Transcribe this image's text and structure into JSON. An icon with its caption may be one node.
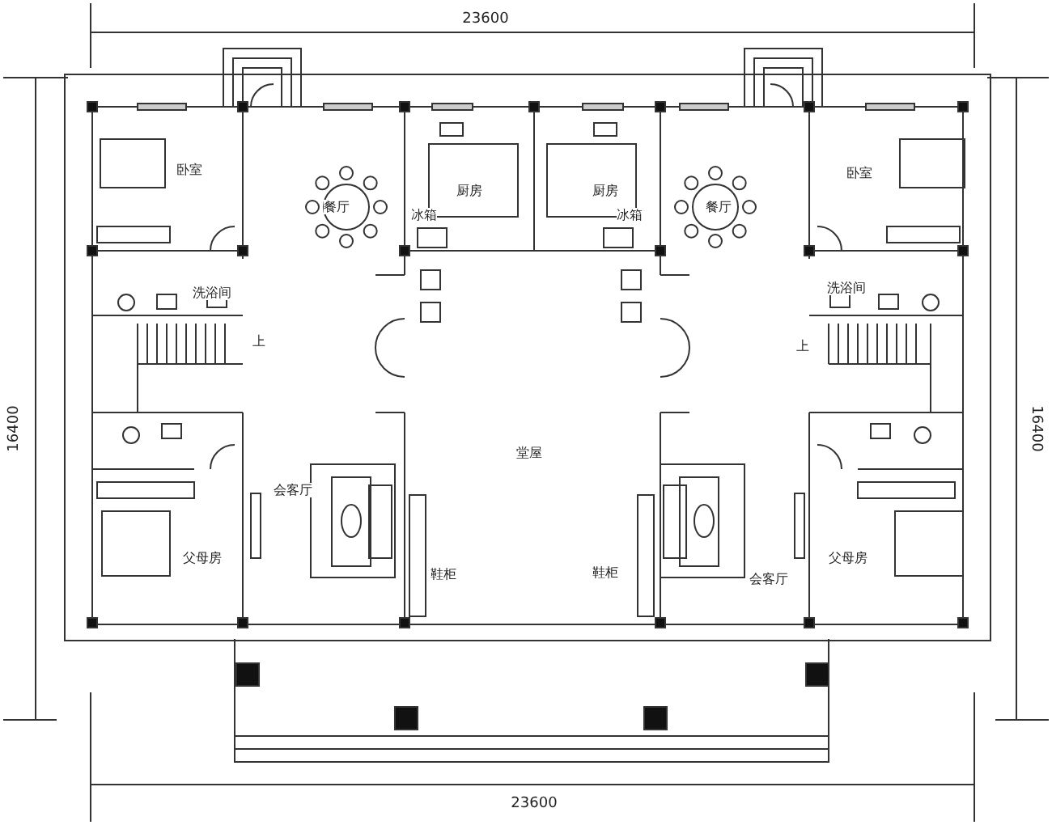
{
  "diagram": {
    "labels": [
      "23600",
      "卧室",
      "餐厅",
      "厨房",
      "冰箱",
      "厨房",
      "冰箱",
      "餐厅",
      "卧室",
      "洗浴间",
      "洗浴间",
      "上",
      "上",
      "堂屋",
      "会客厅",
      "父母房",
      "鞋柜",
      "鞋柜",
      "会客厅",
      "父母房",
      "23600",
      "16400",
      "16400"
    ]
  }
}
